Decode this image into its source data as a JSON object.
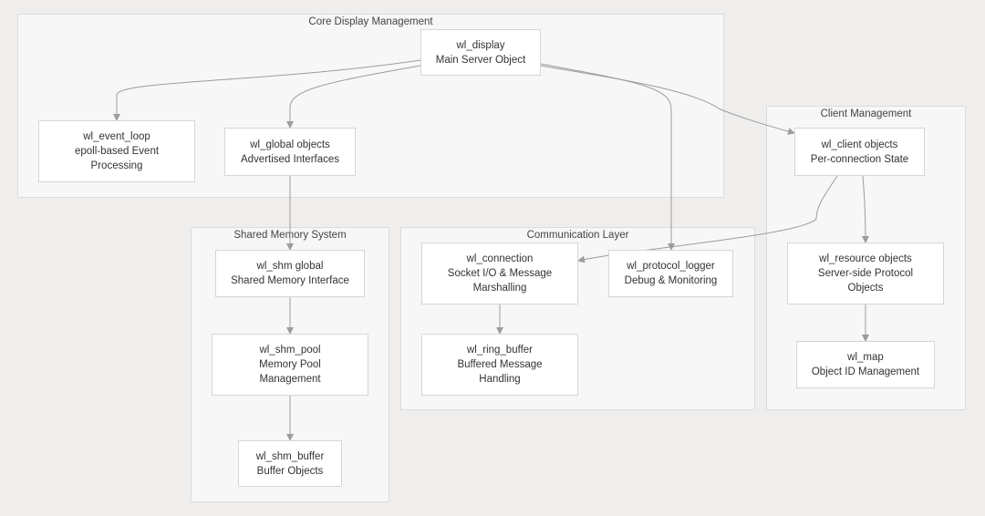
{
  "clusters": {
    "core": {
      "title": "Core Display Management"
    },
    "client": {
      "title": "Client Management"
    },
    "shm": {
      "title": "Shared Memory System"
    },
    "comm": {
      "title": "Communication Layer"
    }
  },
  "nodes": {
    "wl_display": "wl_display\nMain Server Object",
    "wl_event_loop": "wl_event_loop\nepoll-based Event\nProcessing",
    "wl_global": "wl_global objects\nAdvertised Interfaces",
    "wl_client": "wl_client objects\nPer-connection State",
    "wl_resource": "wl_resource objects\nServer-side Protocol\nObjects",
    "wl_map": "wl_map\nObject ID Management",
    "wl_shm_global": "wl_shm global\nShared Memory Interface",
    "wl_shm_pool": "wl_shm_pool\nMemory Pool\nManagement",
    "wl_shm_buffer": "wl_shm_buffer\nBuffer Objects",
    "wl_connection": "wl_connection\nSocket I/O & Message\nMarshalling",
    "wl_protocol_logger": "wl_protocol_logger\nDebug & Monitoring",
    "wl_ring_buffer": "wl_ring_buffer\nBuffered Message\nHandling"
  },
  "colors": {
    "background": "#efeeed",
    "cluster_fill": "#f7f7f7",
    "node_fill": "#ffffff",
    "edge": "#9c9c9c"
  }
}
